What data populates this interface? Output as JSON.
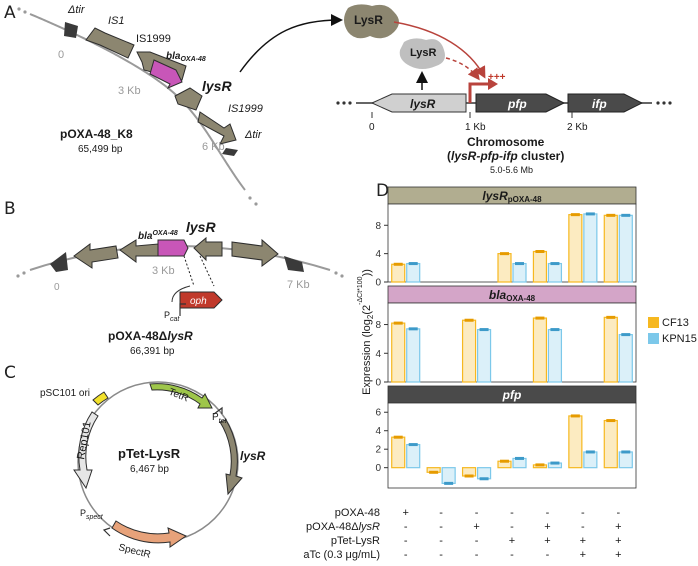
{
  "panel_letters": {
    "a": "A",
    "b": "B",
    "c": "C",
    "d": "D"
  },
  "panel_a": {
    "gene_dtir_top": "Δtir",
    "gene_is1": "IS1",
    "gene_is1999_1": "IS1999",
    "gene_bla_main": "bla",
    "gene_bla_sub": "OXA-48",
    "gene_lysr": "lysR",
    "gene_is1999_2": "IS1999",
    "gene_dtir_bottom": "Δtir",
    "tick_0": "0",
    "tick_3": "3 Kb",
    "tick_6": "6 Kb",
    "plasmid_name": "pOXA-48_K8",
    "plasmid_size": "65,499 bp",
    "protein_big": "LysR",
    "protein_small": "LysR",
    "activation": "+++",
    "chr_gene_lysr": "lysR",
    "chr_gene_pfp": "pfp",
    "chr_gene_ifp": "ifp",
    "chr_tick_0": "0",
    "chr_tick_1": "1 Kb",
    "chr_tick_2": "2 Kb",
    "chr_title": "Chromosome",
    "chr_cluster_open": "(",
    "chr_cluster": "lysR-pfp-ifp",
    "chr_cluster_close": " cluster)",
    "chr_position": "5.0-5.6 Mb"
  },
  "panel_b": {
    "gene_bla_main": "bla",
    "gene_bla_sub": "OXA-48",
    "gene_lysr": "lysR",
    "tick_0": "0",
    "tick_3": "3 Kb",
    "tick_7": "7 Kb",
    "promoter_main": "P",
    "promoter_sub": "cat",
    "gene_oph": "oph",
    "plasmid_name_prefix": "pOXA-48Δ",
    "plasmid_name_gene": "lysR",
    "plasmid_size": "66,391 bp"
  },
  "panel_c": {
    "plasmid_name": "pTet-LysR",
    "plasmid_size": "6,467 bp",
    "ori": "pSC101 ori",
    "tetr": "TetR",
    "ptet_main": "P",
    "ptet_sub": "tet",
    "lysr": "lysR",
    "rep": "Rep101",
    "pspect_main": "P",
    "pspect_sub": "spect",
    "spectr": "SpectR"
  },
  "panel_d": {
    "y_axis_label": "Expression (log₂(2^-ΔCt*100))",
    "y_axis_main": "Expression (log",
    "y_axis_sub2": "2",
    "y_axis_mid": "(2",
    "y_axis_sup": "-ΔCt*100",
    "y_axis_end": "))",
    "facets": [
      {
        "title_main": "lysR",
        "title_sub": "pOXA-48",
        "fill": "#b1ad90"
      },
      {
        "title_main": "bla",
        "title_sub": "OXA-48",
        "fill": "#d4a5c8"
      },
      {
        "title_main": "pfp",
        "title_sub": "",
        "fill": "#4a4a4a"
      }
    ],
    "legend": [
      {
        "name": "CF13",
        "color": "#f6b820"
      },
      {
        "name": "KPN15",
        "color": "#7cc8ea"
      }
    ],
    "conditions": [
      {
        "label": "pOXA-48",
        "marks": [
          "+",
          "-",
          "-",
          "-",
          "-",
          "-",
          "-"
        ]
      },
      {
        "label": "pOXA-48Δ",
        "label_gene": "lysR",
        "marks": [
          "-",
          "-",
          "+",
          "-",
          "+",
          "-",
          "+"
        ]
      },
      {
        "label": "pTet-LysR",
        "marks": [
          "-",
          "-",
          "-",
          "+",
          "+",
          "+",
          "+"
        ]
      },
      {
        "label": "aTc (0.3 μg/mL)",
        "marks": [
          "-",
          "-",
          "-",
          "-",
          "-",
          "+",
          "+"
        ]
      }
    ],
    "y_ticks": [
      "0",
      "4",
      "8"
    ]
  },
  "chart_data": {
    "type": "bar",
    "categories": [
      "1",
      "2",
      "3",
      "4",
      "5",
      "6",
      "7"
    ],
    "facets": [
      {
        "name": "lysR pOXA-48",
        "ylim": [
          0,
          11
        ],
        "y_ticks": [
          0,
          4,
          8
        ],
        "series": [
          {
            "name": "CF13",
            "values": [
              2.5,
              null,
              null,
              4.0,
              4.3,
              9.5,
              9.4
            ]
          },
          {
            "name": "KPN15",
            "values": [
              2.6,
              null,
              null,
              2.6,
              2.6,
              9.6,
              9.4
            ]
          }
        ]
      },
      {
        "name": "bla OXA-48",
        "ylim": [
          0,
          11
        ],
        "y_ticks": [
          0,
          4,
          8
        ],
        "series": [
          {
            "name": "CF13",
            "values": [
              8.2,
              null,
              8.6,
              null,
              8.9,
              null,
              9.0
            ]
          },
          {
            "name": "KPN15",
            "values": [
              7.4,
              null,
              7.3,
              null,
              7.3,
              null,
              6.6
            ]
          }
        ]
      },
      {
        "name": "pfp",
        "ylim": [
          -2.2,
          7
        ],
        "y_ticks": [
          0,
          2,
          4,
          6
        ],
        "series": [
          {
            "name": "CF13",
            "values": [
              3.3,
              -0.5,
              -0.9,
              0.7,
              0.3,
              5.6,
              5.1
            ]
          },
          {
            "name": "KPN15",
            "values": [
              2.5,
              -1.7,
              -1.2,
              1.0,
              0.5,
              1.7,
              1.7
            ]
          }
        ]
      }
    ],
    "ylabel": "Expression (log₂(2^-ΔCt*100))",
    "legend_position": "right"
  }
}
